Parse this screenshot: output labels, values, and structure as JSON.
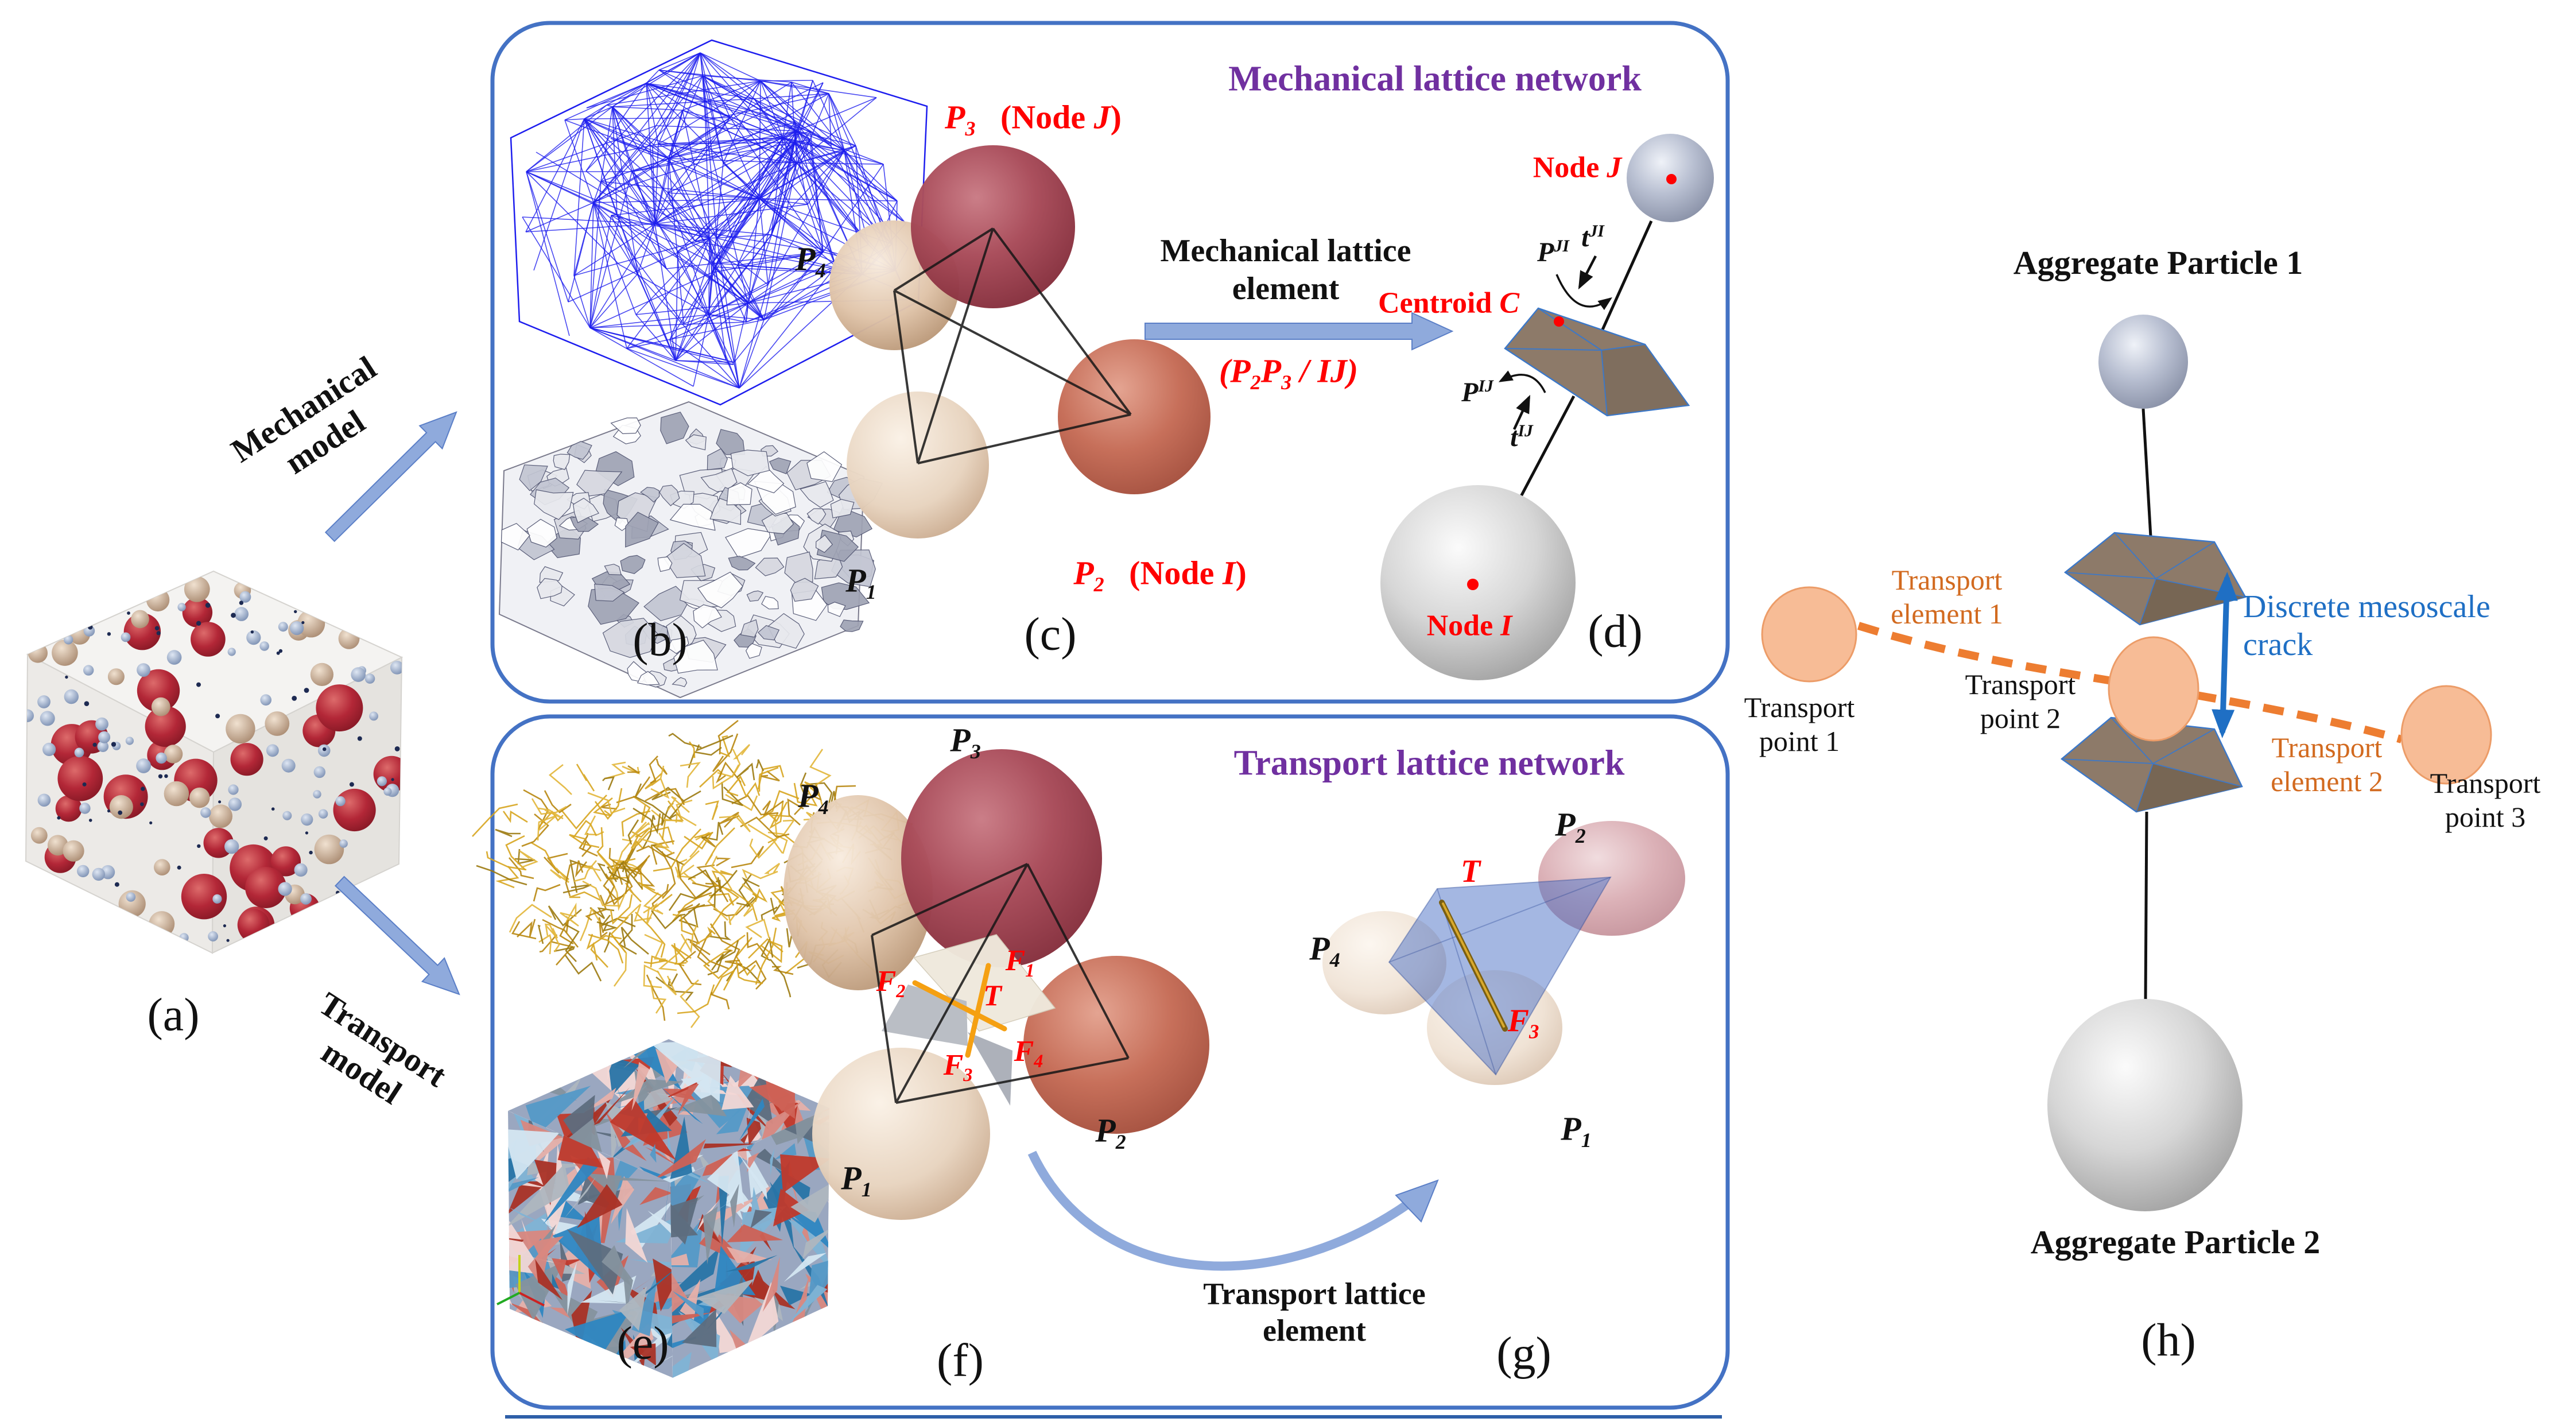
{
  "figure_labels": {
    "a": "(a)",
    "b": "(b)",
    "c": "(c)",
    "d": "(d)",
    "e": "(e)",
    "f": "(f)",
    "g": "(g)",
    "h": "(h)"
  },
  "models": {
    "mechanical": {
      "line1": "Mechanical",
      "line2": "model"
    },
    "transport": {
      "line1": "Transport",
      "line2": "model"
    }
  },
  "mech": {
    "title": "Mechanical lattice network",
    "p3": {
      "base": "P",
      "sub": "3",
      "mid": "  (Node ",
      "it": "J",
      "close": ")"
    },
    "p4": {
      "base": "P",
      "sub": "4"
    },
    "p1": {
      "base": "P",
      "sub": "1"
    },
    "p2": {
      "base": "P",
      "sub": "2",
      "mid": "  (Node ",
      "it": "I",
      "close": ")"
    },
    "element": {
      "line1": "Mechanical lattice",
      "line2": "element"
    },
    "formula": {
      "open": "(",
      "b1": "P",
      "s1": "2",
      "b2": "P",
      "s2": "3",
      "close": " / IJ)"
    },
    "node_j": {
      "pre": "Node ",
      "it": "J"
    },
    "node_i": {
      "pre": "Node ",
      "it": "I"
    },
    "centroid": {
      "pre": "Centroid ",
      "it": "C"
    },
    "pji": {
      "base": "P",
      "sup": "JI"
    },
    "tji": {
      "base": "t",
      "sup": "JI"
    },
    "pij": {
      "base": "P",
      "sup": "IJ"
    },
    "tij": {
      "base": "t",
      "sup": "IJ"
    }
  },
  "trans": {
    "title": "Transport lattice network",
    "p3": {
      "base": "P",
      "sub": "3"
    },
    "p4": {
      "base": "P",
      "sub": "4"
    },
    "p1": {
      "base": "P",
      "sub": "1"
    },
    "p2": {
      "base": "P",
      "sub": "2"
    },
    "f1": {
      "base": "F",
      "sub": "1"
    },
    "f2": {
      "base": "F",
      "sub": "2"
    },
    "f3": {
      "base": "F",
      "sub": "3"
    },
    "f4": {
      "base": "F",
      "sub": "4"
    },
    "t": "T",
    "g_p4": {
      "base": "P",
      "sub": "4"
    },
    "g_p2": {
      "base": "P",
      "sub": "2"
    },
    "g_p1": {
      "base": "P",
      "sub": "1"
    },
    "g_t": "T",
    "g_f3": {
      "base": "F",
      "sub": "3"
    },
    "element": {
      "line1": "Transport lattice",
      "line2": "element"
    }
  },
  "h": {
    "aggregate1": "Aggregate Particle 1",
    "aggregate2": "Aggregate Particle 2",
    "element1": {
      "line1": "Transport",
      "line2": "element 1"
    },
    "element2": {
      "line1": "Transport",
      "line2": "element 2"
    },
    "crack": {
      "line1": "Discrete mesoscale",
      "line2": "crack"
    },
    "point1": {
      "line1": "Transport",
      "line2": "point 1"
    },
    "point2": {
      "line1": "Transport",
      "line2": "point 2"
    },
    "point3": {
      "line1": "Transport",
      "line2": "point 3"
    }
  },
  "colors": {
    "panel_border": "#4472C4",
    "title_purple": "#7030A0",
    "label_red": "#FF0000",
    "orange": "#D26A1F",
    "crack_blue": "#1F6FC4",
    "arrow_fill": "#8FAADC"
  }
}
